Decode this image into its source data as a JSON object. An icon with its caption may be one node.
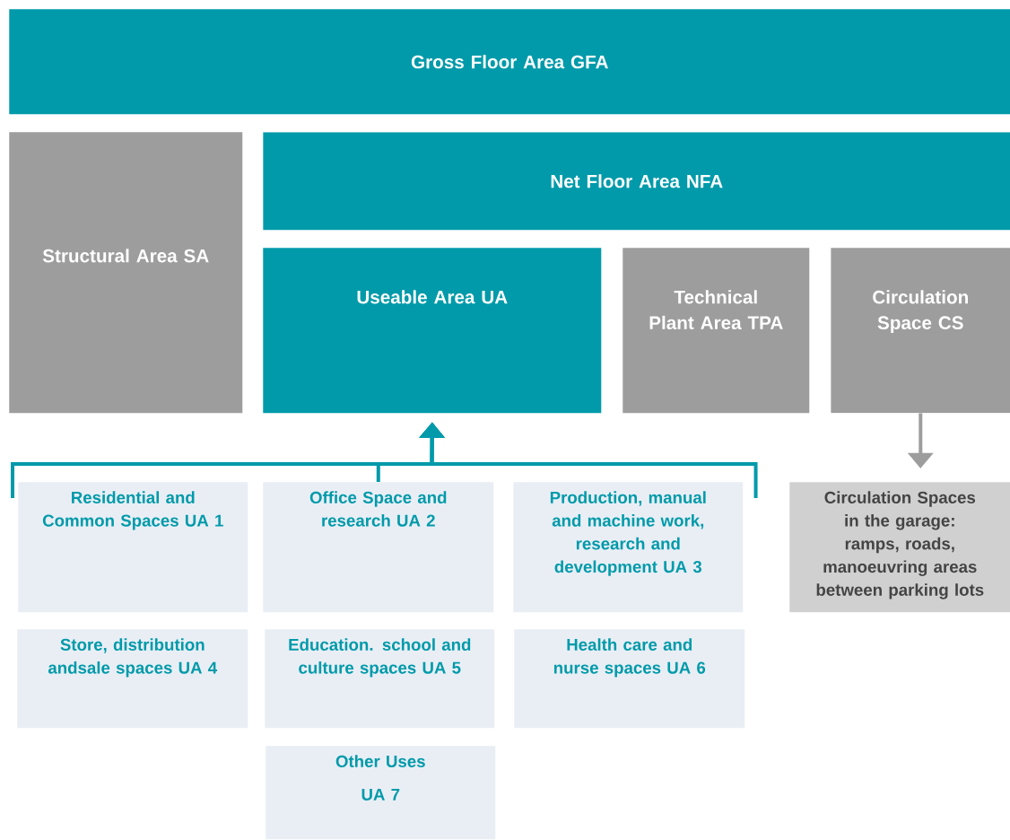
{
  "diagram": {
    "nodes": [
      {
        "text": [
          "Gross Floor Area GFA"
        ]
      },
      {
        "text": [
          "Structural Area SA"
        ]
      },
      {
        "text": [
          "Net Floor Area NFA"
        ]
      },
      {
        "text": [
          "Useable Area UA"
        ]
      },
      {
        "text": [
          "Technical Plant Area TPA"
        ]
      },
      {
        "text": [
          "Circulation Space CS"
        ]
      },
      {
        "text": [
          "Circulation Spaces in the garage: ramps, roads, manoeuvring areas between parking lots"
        ]
      },
      {
        "text": [
          "Residential and Common Spaces UA 1"
        ]
      },
      {
        "text": [
          "Office Space and research UA 2"
        ]
      },
      {
        "text": [
          "Production, manual and machine work, research and development UA 3"
        ]
      },
      {
        "text": [
          "Store, distribution andsale spaces UA 4"
        ]
      },
      {
        "text": [
          "Education. school and culture spaces UA 5"
        ]
      },
      {
        "text": [
          "Health care and nurse spaces UA 6"
        ]
      },
      {
        "text": [
          "Other Uses",
          "UA 7"
        ]
      }
    ],
    "edges": [
      {
        "from": 7,
        "to": 3,
        "arrow": "to"
      },
      {
        "from": 8,
        "to": 3,
        "arrow": "to"
      },
      {
        "from": 9,
        "to": 3,
        "arrow": "to"
      },
      {
        "from": 5,
        "to": 6,
        "arrow": "to",
        "color": "#9d9d9d"
      }
    ]
  }
}
